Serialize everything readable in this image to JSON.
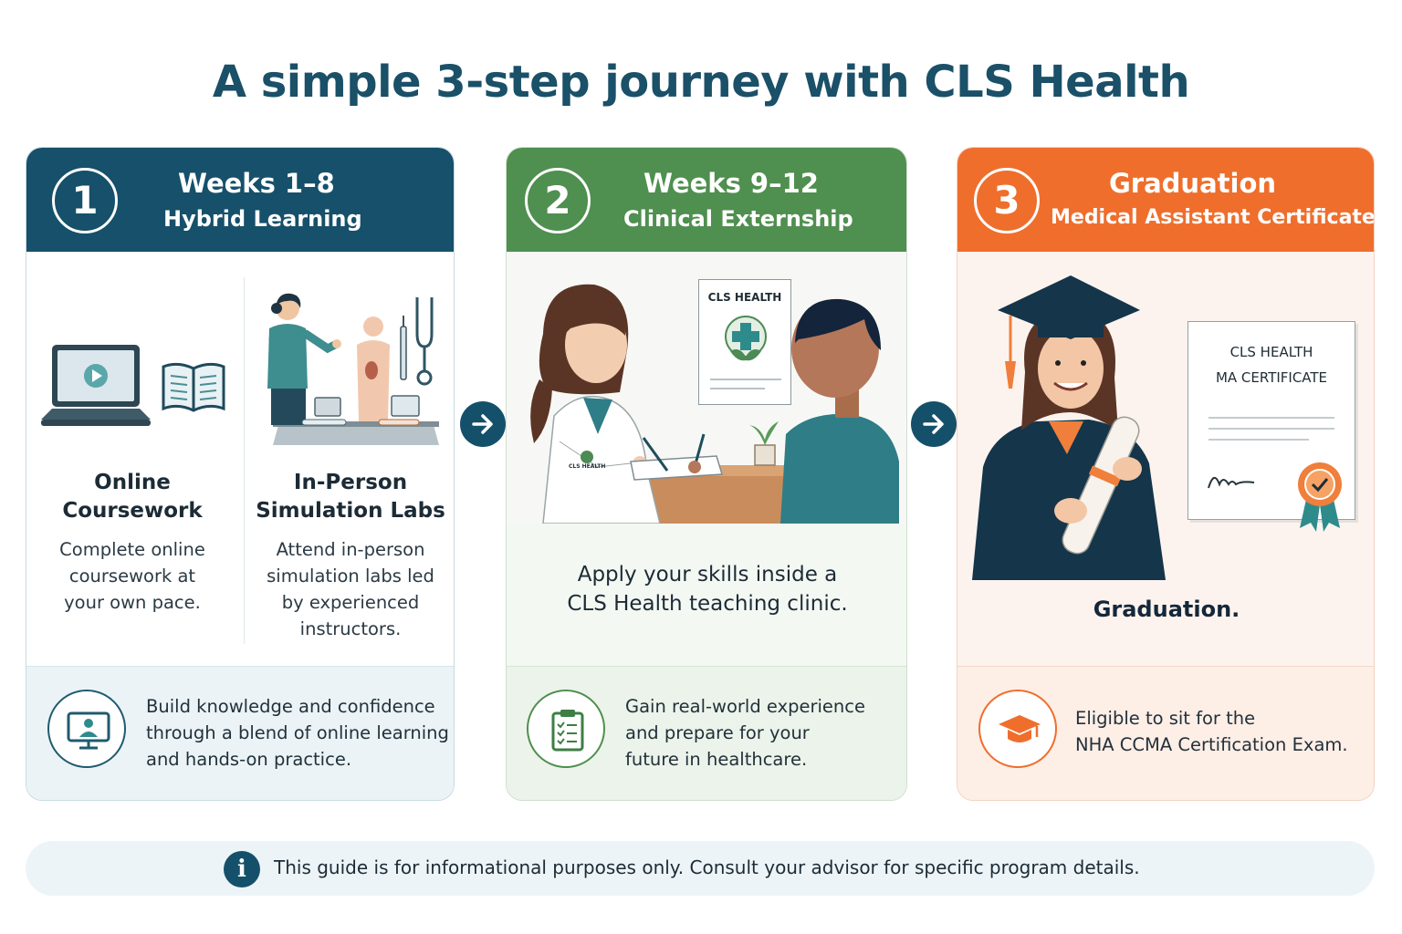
{
  "title": "A simple 3-step journey with CLS Health",
  "steps": [
    {
      "number": "1",
      "heading": "Weeks 1–8",
      "subheading": "Hybrid Learning",
      "color": "#16506a",
      "columns": [
        {
          "title_l1": "Online",
          "title_l2": "Coursework",
          "text": [
            "Complete online",
            "coursework at",
            "your own pace."
          ]
        },
        {
          "title_l1": "In-Person",
          "title_l2": "Simulation Labs",
          "text": [
            "Attend in-person",
            "simulation labs led",
            "by experienced",
            "instructors."
          ]
        }
      ],
      "footer": [
        "Build knowledge and confidence",
        "through a blend of online learning",
        "and hands-on practice."
      ],
      "footer_icon": "monitor-person-icon"
    },
    {
      "number": "2",
      "heading": "Weeks 9–12",
      "subheading": "Clinical Externship",
      "color": "#4f8f4f",
      "poster_label": "CLS HEALTH",
      "coat_logo": "CLS HEALTH",
      "caption": [
        "Apply your skills inside a",
        "CLS Health teaching clinic."
      ],
      "footer": [
        "Gain real-world experience",
        "and prepare for your",
        "future in healthcare."
      ],
      "footer_icon": "clipboard-checklist-icon"
    },
    {
      "number": "3",
      "heading": "Graduation",
      "subheading": "Medical Assistant Certificate",
      "color": "#ef6e2c",
      "certificate": {
        "line1": "CLS HEALTH",
        "line2": "MA CERTIFICATE"
      },
      "caption": "Graduation.",
      "footer": [
        "Eligible to sit for the",
        "NHA CCMA Certification Exam."
      ],
      "footer_icon": "graduation-cap-icon"
    }
  ],
  "notice": "This guide is for informational purposes only. Consult your advisor for specific program details.",
  "colors": {
    "navy": "#16506a",
    "green": "#4f8f4f",
    "orange": "#ef6e2c",
    "title": "#1a5068"
  }
}
